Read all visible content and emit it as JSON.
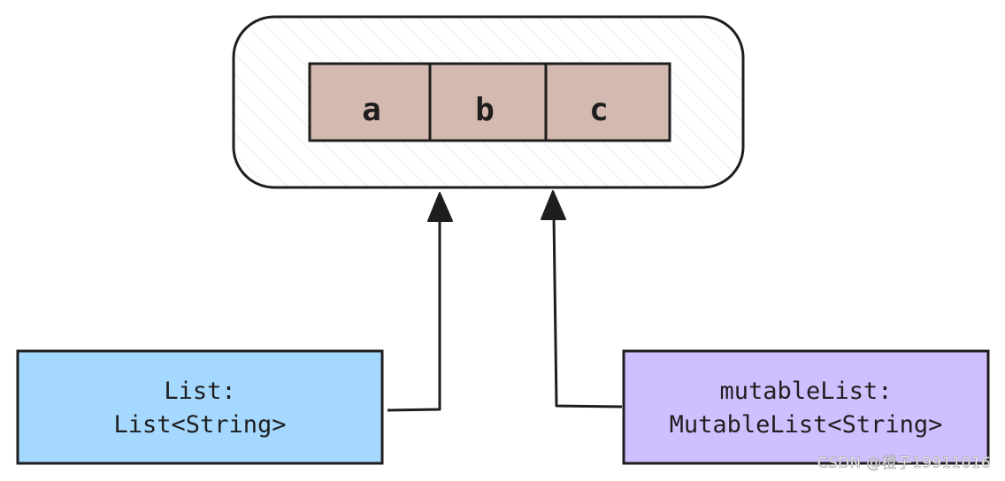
{
  "container": {
    "cells": [
      {
        "label": "a"
      },
      {
        "label": "b"
      },
      {
        "label": "c"
      }
    ]
  },
  "references": [
    {
      "line1": "List:",
      "line2": "List<String>",
      "fill": "#a5d8ff"
    },
    {
      "line1": "mutableList:",
      "line2": "MutableList<String>",
      "fill": "#d0bfff"
    }
  ],
  "colors": {
    "stroke": "#1e1e1e",
    "cell_fill": "#d3b9af",
    "hatch": "#dcdcdc"
  },
  "watermark": "CSDN @橙子19911016"
}
